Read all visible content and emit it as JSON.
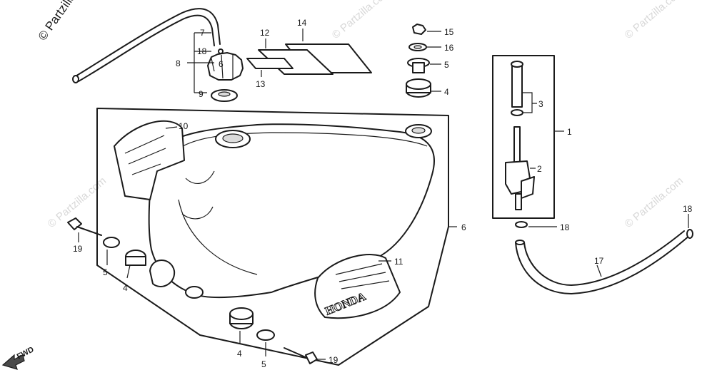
{
  "diagram": {
    "copyright": "© Partzilla.com",
    "watermark": "© Partzilla.com",
    "direction_label": "FWD",
    "emblem_text": "HONDA",
    "callouts": [
      {
        "id": "c1",
        "label": "1"
      },
      {
        "id": "c2",
        "label": "2"
      },
      {
        "id": "c3",
        "label": "3"
      },
      {
        "id": "c4a",
        "label": "4"
      },
      {
        "id": "c4b",
        "label": "4"
      },
      {
        "id": "c4c",
        "label": "4"
      },
      {
        "id": "c5a",
        "label": "5"
      },
      {
        "id": "c5b",
        "label": "5"
      },
      {
        "id": "c5c",
        "label": "5"
      },
      {
        "id": "c6a",
        "label": "6"
      },
      {
        "id": "c6b",
        "label": "6"
      },
      {
        "id": "c7",
        "label": "7"
      },
      {
        "id": "c8",
        "label": "8"
      },
      {
        "id": "c9",
        "label": "9"
      },
      {
        "id": "c10",
        "label": "10"
      },
      {
        "id": "c11",
        "label": "11"
      },
      {
        "id": "c12",
        "label": "12"
      },
      {
        "id": "c13",
        "label": "13"
      },
      {
        "id": "c14",
        "label": "14"
      },
      {
        "id": "c15",
        "label": "15"
      },
      {
        "id": "c16",
        "label": "16"
      },
      {
        "id": "c17",
        "label": "17"
      },
      {
        "id": "c18a",
        "label": "18"
      },
      {
        "id": "c18b",
        "label": "18"
      },
      {
        "id": "c18c",
        "label": "18"
      },
      {
        "id": "c19a",
        "label": "19"
      },
      {
        "id": "c19b",
        "label": "19"
      }
    ]
  }
}
